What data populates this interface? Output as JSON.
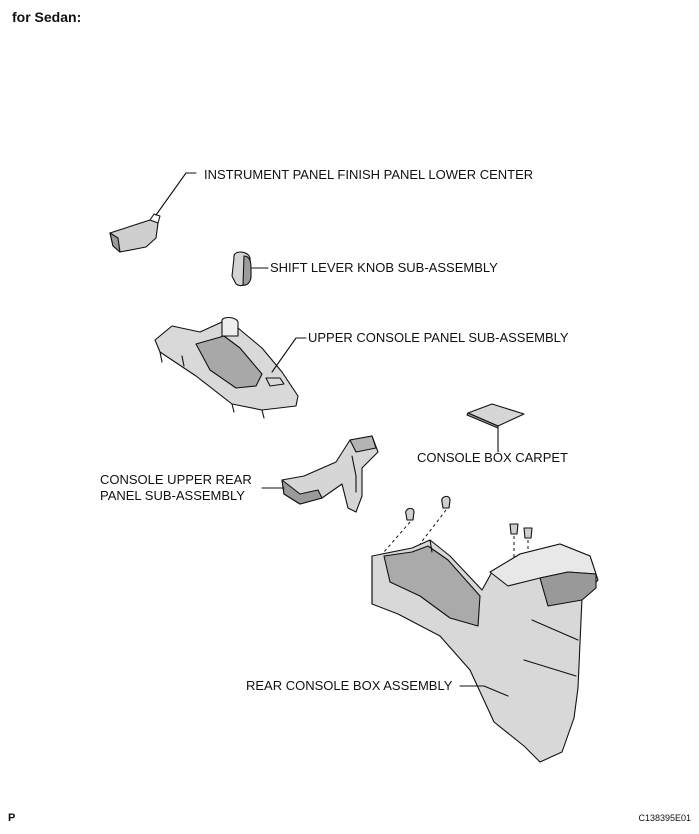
{
  "heading": "for Sedan:",
  "labels": {
    "finish_panel": "INSTRUMENT PANEL FINISH PANEL LOWER CENTER",
    "shift_knob": "SHIFT LEVER KNOB SUB-ASSEMBLY",
    "upper_console": "UPPER CONSOLE PANEL SUB-ASSEMBLY",
    "box_carpet": "CONSOLE BOX CARPET",
    "upper_rear_line1": "CONSOLE UPPER REAR",
    "upper_rear_line2": "PANEL SUB-ASSEMBLY",
    "rear_box": "REAR CONSOLE BOX ASSEMBLY"
  },
  "footer": {
    "page_mark": "P",
    "figure_code": "C138395E01"
  }
}
